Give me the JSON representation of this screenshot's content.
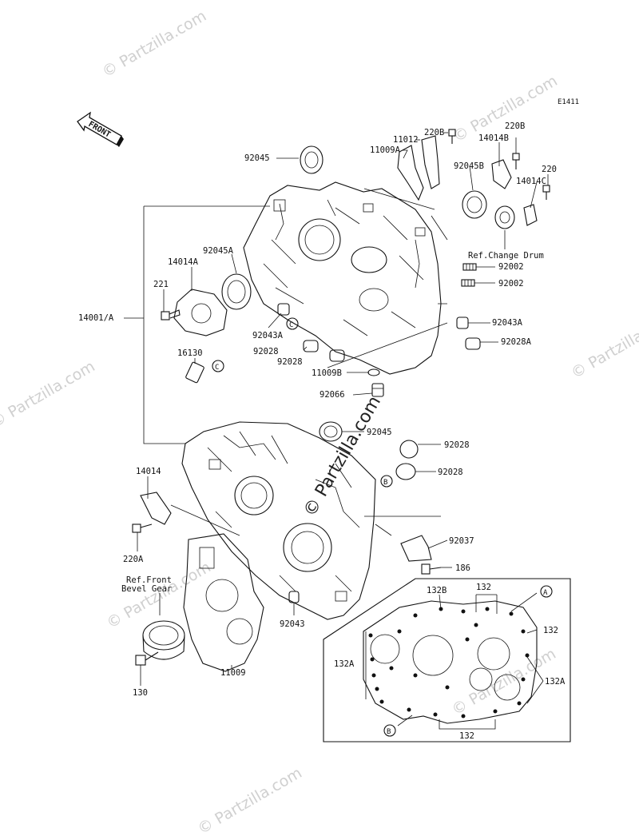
{
  "diagram_code": "E1411",
  "front_label": "FRONT",
  "watermark": "© Partzilla.com",
  "center_watermark": "© Partzilla.com",
  "labels": {
    "p220B_a": "220B",
    "p11012": "11012",
    "p11009A": "11009A",
    "p92045_top": "92045",
    "p14014B": "14014B",
    "p220B_b": "220B",
    "p92045B": "92045B",
    "p14014C": "14014C",
    "p220": "220",
    "ref_change_drum": "Ref.Change Drum",
    "p92002_a": "92002",
    "p92002_b": "92002",
    "p92045A": "92045A",
    "p14014A": "14014A",
    "p221": "221",
    "p14001A": "14001/A",
    "p92043A_left": "92043A",
    "p92043A_right": "92043A",
    "p92028_a": "92028",
    "p92028_b": "92028",
    "p92028A": "92028A",
    "p16130": "16130",
    "p11009B": "11009B",
    "p92066": "92066",
    "p92045_mid": "92045",
    "p92028_c": "92028",
    "p92028_d": "92028",
    "p14014": "14014",
    "p220A": "220A",
    "p92037": "92037",
    "p186": "186",
    "ref_front_1": "Ref.Front",
    "ref_front_2": "Bevel Gear",
    "p92043": "92043",
    "p11009": "11009",
    "p130": "130",
    "p132B": "132B",
    "p132_top": "132",
    "p132_right": "132",
    "p132A_left": "132A",
    "p132A_right": "132A",
    "p132_bottom": "132",
    "callout_A": "A",
    "callout_B": "B",
    "callout_C": "C"
  }
}
